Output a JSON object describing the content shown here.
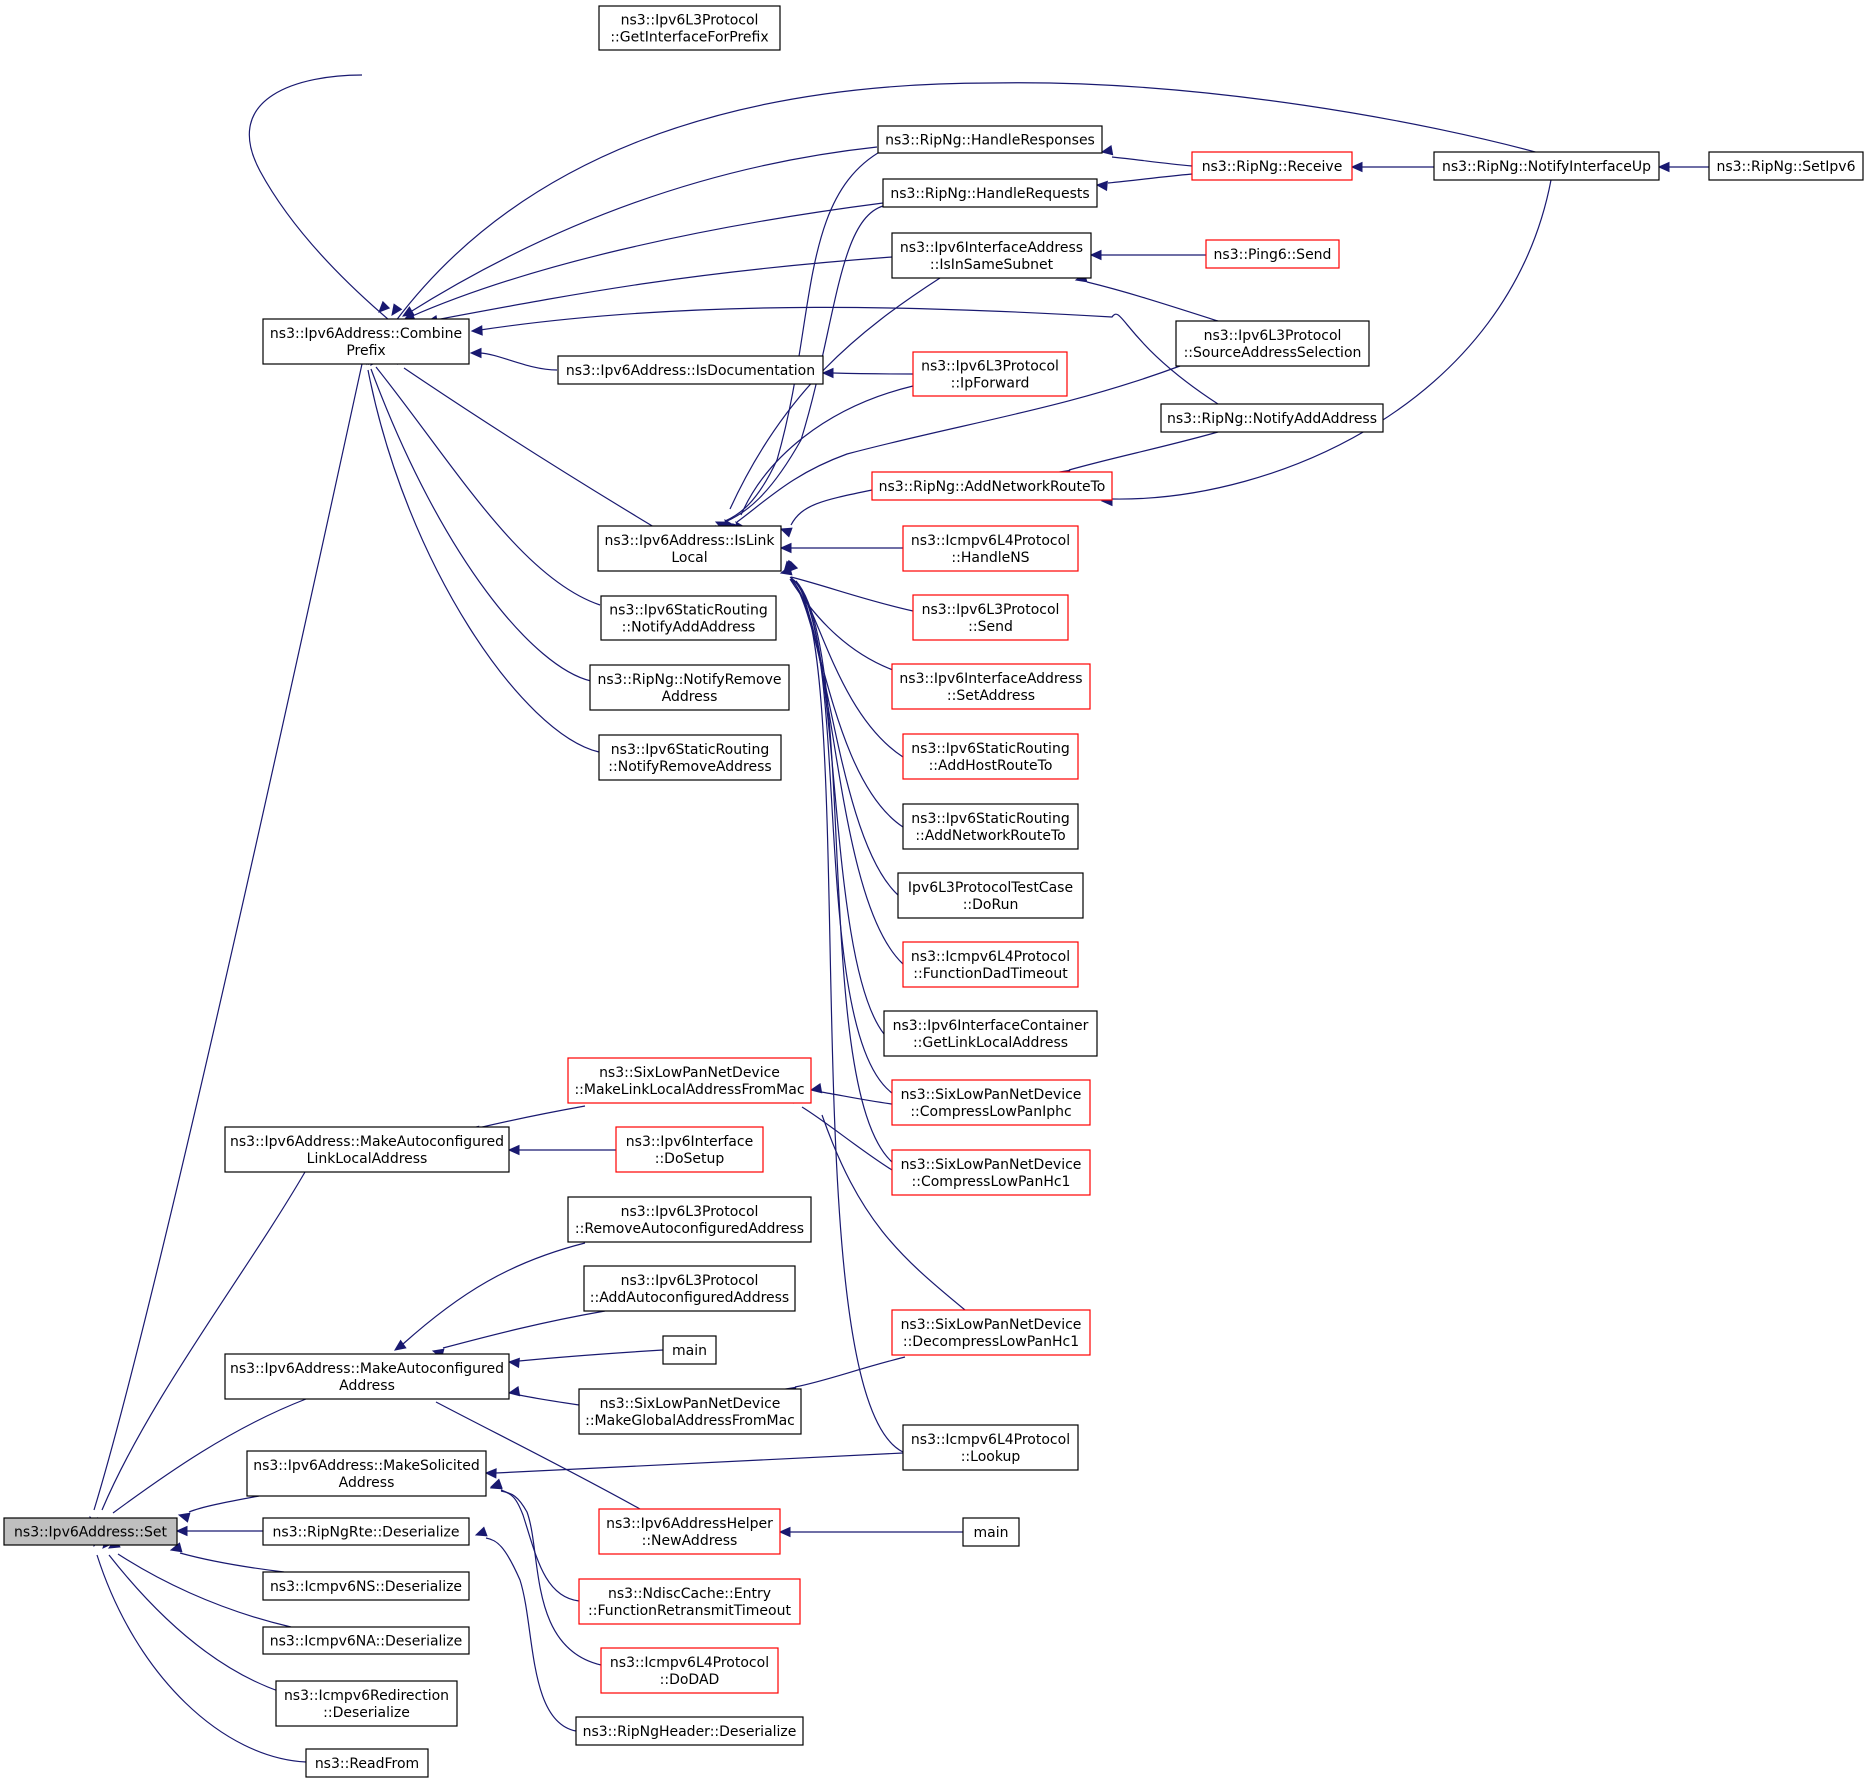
{
  "nodes": {
    "set": {
      "lines": [
        "ns3::Ipv6Address::Set"
      ],
      "style": "root"
    },
    "combine": {
      "lines": [
        "ns3::Ipv6Address::Combine",
        "Prefix"
      ],
      "style": "black"
    },
    "getIfForPrefix": {
      "lines": [
        "ns3::Ipv6L3Protocol",
        "::GetInterfaceForPrefix"
      ],
      "style": "black"
    },
    "handleResponses": {
      "lines": [
        "ns3::RipNg::HandleResponses"
      ],
      "style": "black"
    },
    "handleRequests": {
      "lines": [
        "ns3::RipNg::HandleRequests"
      ],
      "style": "black"
    },
    "receive": {
      "lines": [
        "ns3::RipNg::Receive"
      ],
      "style": "red"
    },
    "notifyIfUp": {
      "lines": [
        "ns3::RipNg::NotifyInterfaceUp"
      ],
      "style": "black"
    },
    "setIpv6": {
      "lines": [
        "ns3::RipNg::SetIpv6"
      ],
      "style": "black"
    },
    "isInSameSubnet": {
      "lines": [
        "ns3::Ipv6InterfaceAddress",
        "::IsInSameSubnet"
      ],
      "style": "black"
    },
    "ping6Send": {
      "lines": [
        "ns3::Ping6::Send"
      ],
      "style": "red"
    },
    "srcAddrSel": {
      "lines": [
        "ns3::Ipv6L3Protocol",
        "::SourceAddressSelection"
      ],
      "style": "black"
    },
    "isDocumentation": {
      "lines": [
        "ns3::Ipv6Address::IsDocumentation"
      ],
      "style": "black"
    },
    "ipForward": {
      "lines": [
        "ns3::Ipv6L3Protocol",
        "::IpForward"
      ],
      "style": "red"
    },
    "ripNotifyAddAddress": {
      "lines": [
        "ns3::RipNg::NotifyAddAddress"
      ],
      "style": "black"
    },
    "addNetworkRouteTo": {
      "lines": [
        "ns3::RipNg::AddNetworkRouteTo"
      ],
      "style": "red"
    },
    "isLinkLocal": {
      "lines": [
        "ns3::Ipv6Address::IsLink",
        "Local"
      ],
      "style": "black"
    },
    "handleNS": {
      "lines": [
        "ns3::Icmpv6L4Protocol",
        "::HandleNS"
      ],
      "style": "red"
    },
    "l3Send": {
      "lines": [
        "ns3::Ipv6L3Protocol",
        "::Send"
      ],
      "style": "red"
    },
    "setAddress": {
      "lines": [
        "ns3::Ipv6InterfaceAddress",
        "::SetAddress"
      ],
      "style": "red"
    },
    "addHostRouteTo": {
      "lines": [
        "ns3::Ipv6StaticRouting",
        "::AddHostRouteTo"
      ],
      "style": "red"
    },
    "staticAddNetRoute": {
      "lines": [
        "ns3::Ipv6StaticRouting",
        "::AddNetworkRouteTo"
      ],
      "style": "black"
    },
    "testDoRun": {
      "lines": [
        "Ipv6L3ProtocolTestCase",
        "::DoRun"
      ],
      "style": "black"
    },
    "funcDadTimeout": {
      "lines": [
        "ns3::Icmpv6L4Protocol",
        "::FunctionDadTimeout"
      ],
      "style": "red"
    },
    "getLinkLocal": {
      "lines": [
        "ns3::Ipv6InterfaceContainer",
        "::GetLinkLocalAddress"
      ],
      "style": "black"
    },
    "compressIphc": {
      "lines": [
        "ns3::SixLowPanNetDevice",
        "::CompressLowPanIphc"
      ],
      "style": "red"
    },
    "compressHc1": {
      "lines": [
        "ns3::SixLowPanNetDevice",
        "::CompressLowPanHc1"
      ],
      "style": "red"
    },
    "staticNotifyAdd": {
      "lines": [
        "ns3::Ipv6StaticRouting",
        "::NotifyAddAddress"
      ],
      "style": "black"
    },
    "ripNotifyRemove": {
      "lines": [
        "ns3::RipNg::NotifyRemove",
        "Address"
      ],
      "style": "black"
    },
    "staticNotifyRemove": {
      "lines": [
        "ns3::Ipv6StaticRouting",
        "::NotifyRemoveAddress"
      ],
      "style": "black"
    },
    "makeLLFromMac": {
      "lines": [
        "ns3::SixLowPanNetDevice",
        "::MakeLinkLocalAddressFromMac"
      ],
      "style": "red"
    },
    "makeAutoLL": {
      "lines": [
        "ns3::Ipv6Address::MakeAutoconfigured",
        "LinkLocalAddress"
      ],
      "style": "black"
    },
    "doSetup": {
      "lines": [
        "ns3::Ipv6Interface",
        "::DoSetup"
      ],
      "style": "red"
    },
    "removeAuto": {
      "lines": [
        "ns3::Ipv6L3Protocol",
        "::RemoveAutoconfiguredAddress"
      ],
      "style": "black"
    },
    "addAuto": {
      "lines": [
        "ns3::Ipv6L3Protocol",
        "::AddAutoconfiguredAddress"
      ],
      "style": "black"
    },
    "main1": {
      "lines": [
        "main"
      ],
      "style": "black"
    },
    "decompressHc1": {
      "lines": [
        "ns3::SixLowPanNetDevice",
        "::DecompressLowPanHc1"
      ],
      "style": "red"
    },
    "makeAuto": {
      "lines": [
        "ns3::Ipv6Address::MakeAutoconfigured",
        "Address"
      ],
      "style": "black"
    },
    "makeGlobalFromMac": {
      "lines": [
        "ns3::SixLowPanNetDevice",
        "::MakeGlobalAddressFromMac"
      ],
      "style": "black"
    },
    "makeSolicited": {
      "lines": [
        "ns3::Ipv6Address::MakeSolicited",
        "Address"
      ],
      "style": "black"
    },
    "lookup": {
      "lines": [
        "ns3::Icmpv6L4Protocol",
        "::Lookup"
      ],
      "style": "black"
    },
    "newAddress": {
      "lines": [
        "ns3::Ipv6AddressHelper",
        "::NewAddress"
      ],
      "style": "red"
    },
    "main2": {
      "lines": [
        "main"
      ],
      "style": "black"
    },
    "ripRteDeser": {
      "lines": [
        "ns3::RipNgRte::Deserialize"
      ],
      "style": "black"
    },
    "ndiscRetransmit": {
      "lines": [
        "ns3::NdiscCache::Entry",
        "::FunctionRetransmitTimeout"
      ],
      "style": "red"
    },
    "doDAD": {
      "lines": [
        "ns3::Icmpv6L4Protocol",
        "::DoDAD"
      ],
      "style": "red"
    },
    "nsDeser": {
      "lines": [
        "ns3::Icmpv6NS::Deserialize"
      ],
      "style": "black"
    },
    "naDeser": {
      "lines": [
        "ns3::Icmpv6NA::Deserialize"
      ],
      "style": "black"
    },
    "redirDeser": {
      "lines": [
        "ns3::Icmpv6Redirection",
        "::Deserialize"
      ],
      "style": "black"
    },
    "ripHeaderDeser": {
      "lines": [
        "ns3::RipNgHeader::Deserialize"
      ],
      "style": "black"
    },
    "readFrom": {
      "lines": [
        "ns3::ReadFrom"
      ],
      "style": "black"
    }
  },
  "colors": {
    "edge": "#191970",
    "red_border": "#ff0000",
    "root_fill": "#bfbfbf"
  }
}
